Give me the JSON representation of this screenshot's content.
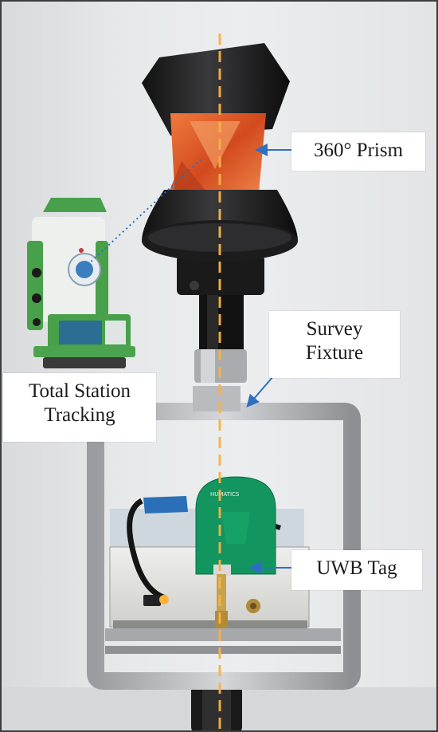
{
  "labels": {
    "prism": "360° Prism",
    "fixture_line1": "Survey",
    "fixture_line2": "Fixture",
    "tracking_line1": "Total Station",
    "tracking_line2": "Tracking",
    "uwb": "UWB Tag"
  },
  "device_text": {
    "tag_brand": "HUMATICS"
  },
  "colors": {
    "axis_line": "#f6b24a",
    "arrow_blue": "#2e6fc4",
    "prism_orange": "#e2592a",
    "total_station_green": "#43a047",
    "uwb_board_green": "#12955e"
  },
  "icons": {
    "total_station": "total-station-icon",
    "prism": "prism-icon",
    "uwb_tag": "uwb-tag-icon"
  }
}
